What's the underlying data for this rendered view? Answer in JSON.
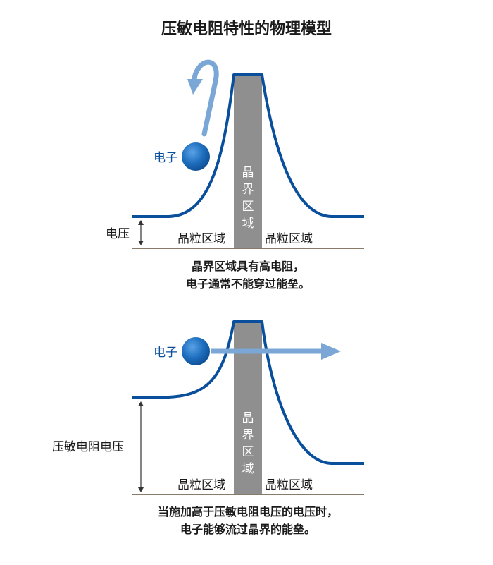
{
  "title": "压敏电阻特性的物理模型",
  "colors": {
    "curve": "#0a4f9c",
    "barrier": "#8f8f8f",
    "electron": "#1f6fbf",
    "arrow": "#7aa7d6",
    "label_blue": "#0a4f9c",
    "text": "#1a1a1a",
    "baseline": "#8a7a6a"
  },
  "panels": [
    {
      "electron_label": "电子",
      "barrier_label": [
        "晶",
        "界",
        "区",
        "域"
      ],
      "grain_left": "晶粒区域",
      "grain_right": "晶粒区域",
      "voltage_label": "电压",
      "caption": [
        "晶界区域具有高电阻，",
        "电子通常不能穿过能垒。"
      ]
    },
    {
      "electron_label": "电子",
      "barrier_label": [
        "晶",
        "界",
        "区",
        "域"
      ],
      "grain_left": "晶粒区域",
      "grain_right": "晶粒区域",
      "voltage_label": "压敏电阻电压",
      "caption": [
        "当施加高于压敏电阻电压的电压时，",
        "电子能够流过晶界的能垒。"
      ]
    }
  ]
}
